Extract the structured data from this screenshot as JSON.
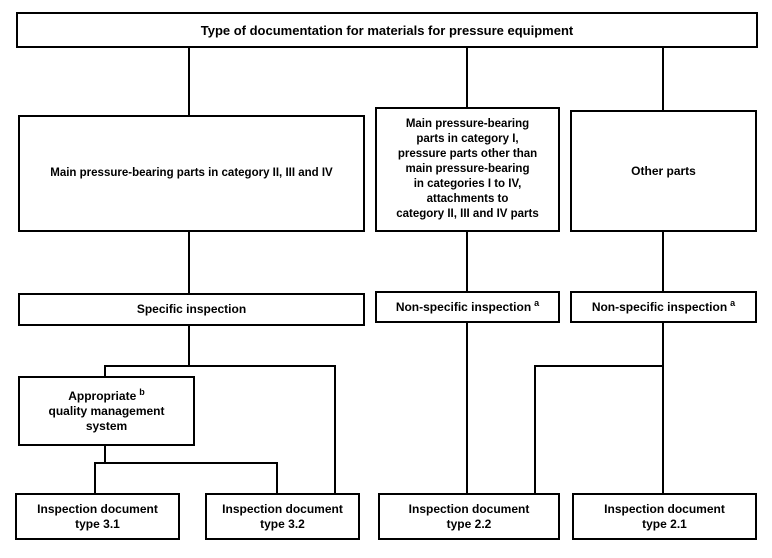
{
  "diagram": {
    "root": {
      "label": "Type of documentation for materials for pressure equipment"
    },
    "cat_2_3_4": {
      "label": "Main pressure-bearing parts in category II, III and IV"
    },
    "cat_1": {
      "lines": [
        "Main pressure-bearing",
        "parts in category I,",
        "pressure parts other than",
        "main pressure-bearing",
        "in categories I to IV,",
        "attachments to",
        "category II, III and IV parts"
      ]
    },
    "other_parts": {
      "label": "Other parts"
    },
    "specific_inspection": {
      "label": "Specific inspection"
    },
    "non_specific_mid": {
      "label": "Non-specific inspection",
      "note": "a"
    },
    "non_specific_right": {
      "label": "Non-specific inspection",
      "note": "a"
    },
    "qms": {
      "line1": "Appropriate",
      "note": "b",
      "line2": "quality management",
      "line3": "system"
    },
    "doc_3_1": {
      "line1": "Inspection document",
      "line2": "type 3.1"
    },
    "doc_3_2": {
      "line1": "Inspection document",
      "line2": "type 3.2"
    },
    "doc_2_2": {
      "line1": "Inspection document",
      "line2": "type 2.2"
    },
    "doc_2_1": {
      "line1": "Inspection document",
      "line2": "type 2.1"
    }
  },
  "colors": {
    "border": "#000000",
    "background": "#ffffff",
    "text": "#000000"
  }
}
